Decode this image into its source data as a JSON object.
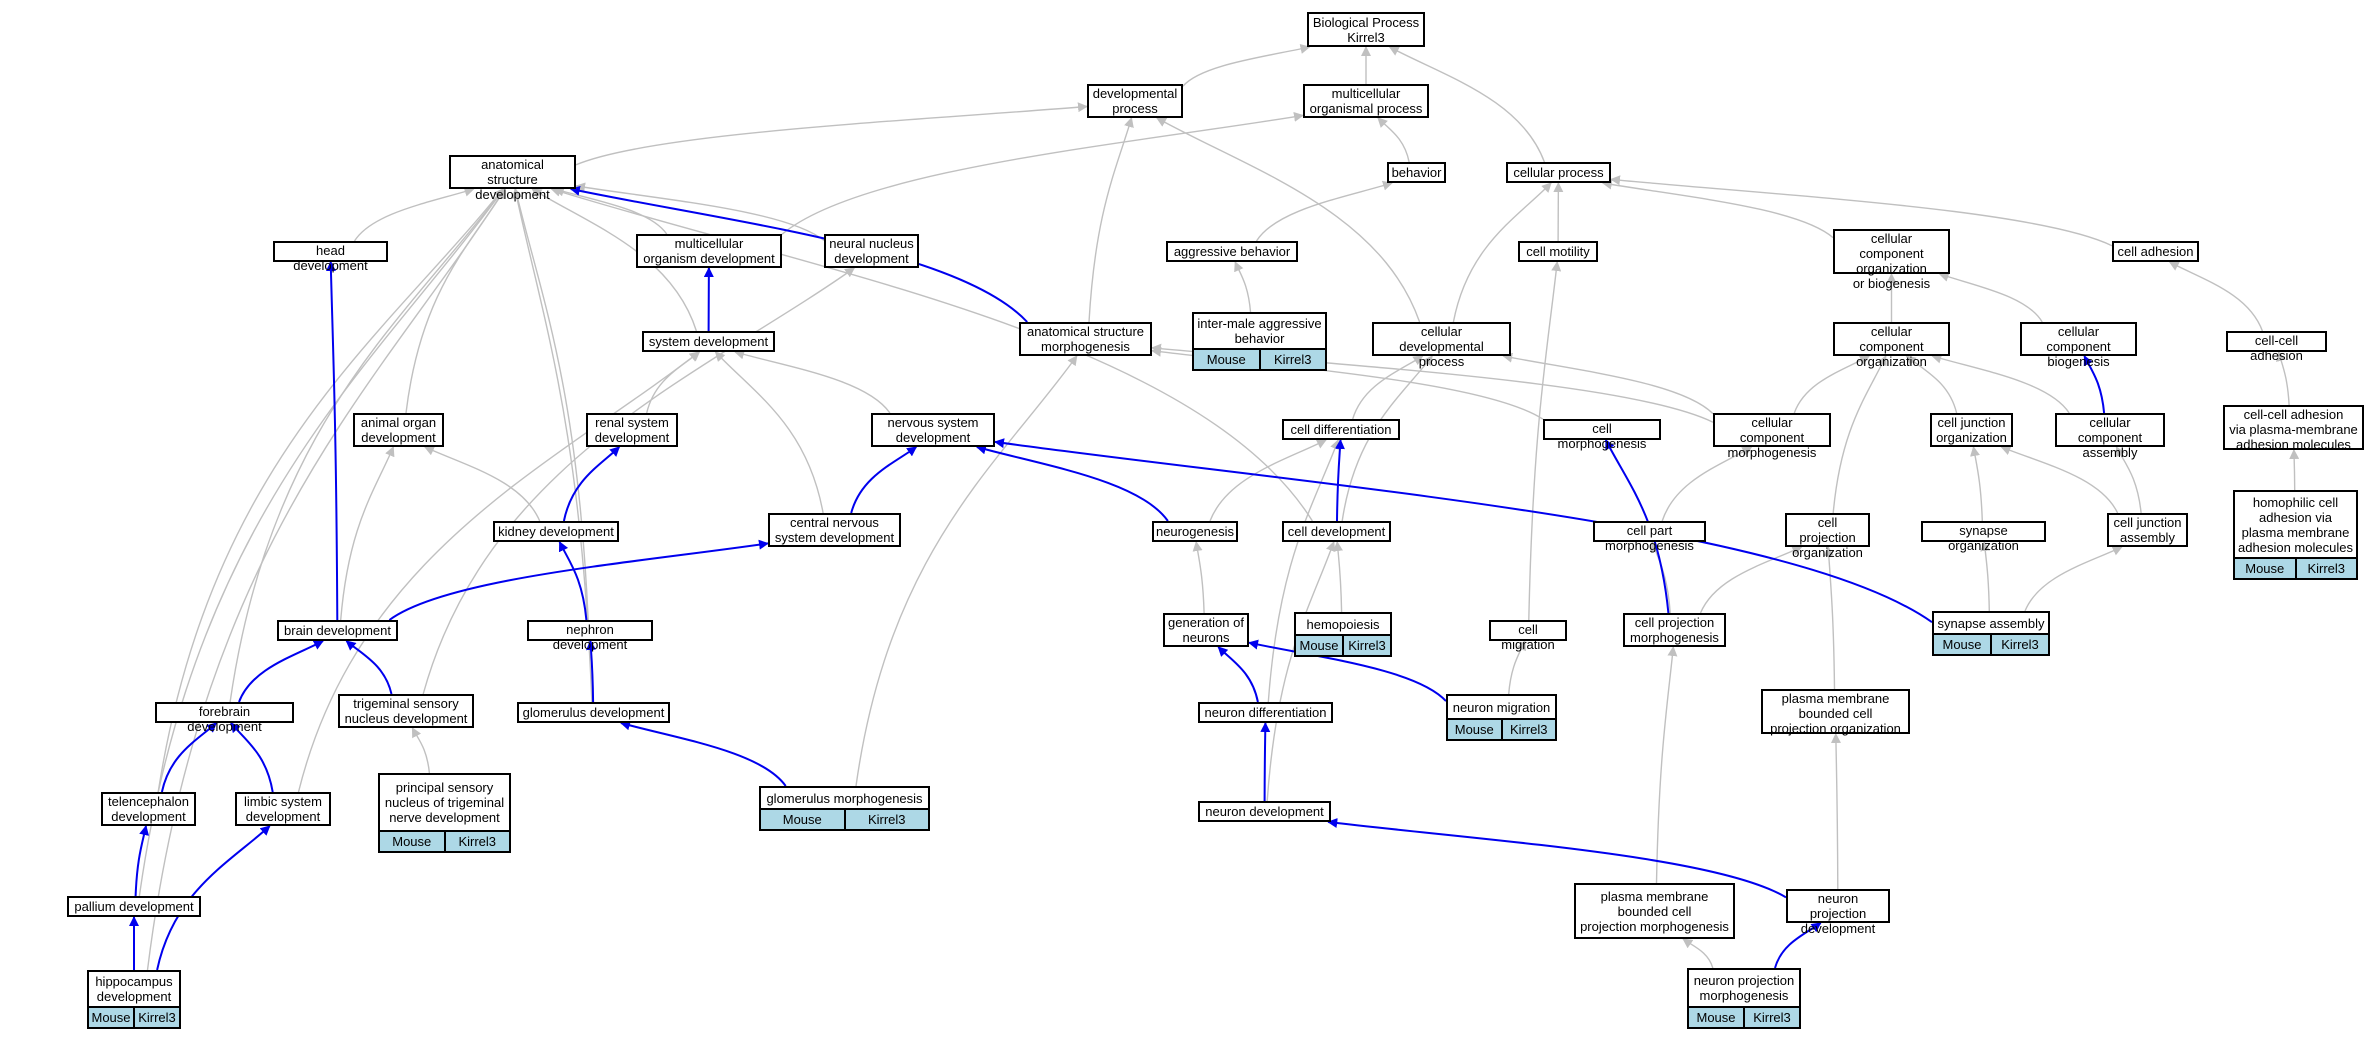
{
  "diagram": {
    "colors": {
      "is_a": "#c0c0c0",
      "part_of": "#0000ee",
      "annotated": "#add8e6"
    },
    "nodes": [
      {
        "id": "bp",
        "label": "Biological Process\nKirrel3"
      },
      {
        "id": "devproc",
        "label": "developmental\nprocess"
      },
      {
        "id": "mcop",
        "label": "multicellular\norganismal process"
      },
      {
        "id": "asd",
        "label": "anatomical structure\ndevelopment"
      },
      {
        "id": "behavior",
        "label": "behavior"
      },
      {
        "id": "cellproc",
        "label": "cellular process"
      },
      {
        "id": "headdev",
        "label": "head development"
      },
      {
        "id": "mcod",
        "label": "multicellular\norganism development"
      },
      {
        "id": "nnd",
        "label": "neural nucleus\ndevelopment"
      },
      {
        "id": "aggr",
        "label": "aggressive behavior"
      },
      {
        "id": "cellmot",
        "label": "cell motility"
      },
      {
        "id": "ccob",
        "label": "cellular component\norganization\nor biogenesis"
      },
      {
        "id": "celladh",
        "label": "cell adhesion"
      },
      {
        "id": "intermale",
        "label": "inter-male aggressive\nbehavior",
        "organism": "Mouse",
        "gene": "Kirrel3"
      },
      {
        "id": "sysdev",
        "label": "system development"
      },
      {
        "id": "asm",
        "label": "anatomical structure\nmorphogenesis"
      },
      {
        "id": "cdp",
        "label": "cellular developmental\nprocess"
      },
      {
        "id": "cco",
        "label": "cellular component\norganization"
      },
      {
        "id": "ccb",
        "label": "cellular component\nbiogenesis"
      },
      {
        "id": "ccadh",
        "label": "cell-cell adhesion"
      },
      {
        "id": "aod",
        "label": "animal organ\ndevelopment"
      },
      {
        "id": "renal",
        "label": "renal system\ndevelopment"
      },
      {
        "id": "nsd",
        "label": "nervous system\ndevelopment"
      },
      {
        "id": "celldiff",
        "label": "cell differentiation"
      },
      {
        "id": "cellmorph",
        "label": "cell morphogenesis"
      },
      {
        "id": "ccm",
        "label": "cellular component\nmorphogenesis"
      },
      {
        "id": "cjo",
        "label": "cell junction\norganization"
      },
      {
        "id": "cca",
        "label": "cellular component\nassembly"
      },
      {
        "id": "ccapm",
        "label": "cell-cell adhesion\nvia plasma-membrane\nadhesion molecules"
      },
      {
        "id": "homophilic",
        "label": "homophilic cell\nadhesion via\nplasma membrane\nadhesion molecules",
        "organism": "Mouse",
        "gene": "Kirrel3"
      },
      {
        "id": "kidney",
        "label": "kidney development"
      },
      {
        "id": "cnsd",
        "label": "central nervous\nsystem development"
      },
      {
        "id": "neurogenesis",
        "label": "neurogenesis"
      },
      {
        "id": "celldev",
        "label": "cell development"
      },
      {
        "id": "cpm",
        "label": "cell part morphogenesis"
      },
      {
        "id": "cpo",
        "label": "cell projection\norganization"
      },
      {
        "id": "synorg",
        "label": "synapse organization"
      },
      {
        "id": "cja",
        "label": "cell junction\nassembly"
      },
      {
        "id": "brain",
        "label": "brain development"
      },
      {
        "id": "nephron",
        "label": "nephron development"
      },
      {
        "id": "genneur",
        "label": "generation of\nneurons"
      },
      {
        "id": "hemo",
        "label": "hemopoiesis",
        "organism": "Mouse",
        "gene": "Kirrel3"
      },
      {
        "id": "cellmig",
        "label": "cell migration"
      },
      {
        "id": "cprojm",
        "label": "cell projection\nmorphogenesis"
      },
      {
        "id": "synasm",
        "label": "synapse assembly",
        "organism": "Mouse",
        "gene": "Kirrel3"
      },
      {
        "id": "forebrain",
        "label": "forebrain development"
      },
      {
        "id": "trigem",
        "label": "trigeminal sensory\nnucleus development"
      },
      {
        "id": "glomdev",
        "label": "glomerulus development"
      },
      {
        "id": "neurdiff",
        "label": "neuron differentiation"
      },
      {
        "id": "neurmig",
        "label": "neuron migration",
        "organism": "Mouse",
        "gene": "Kirrel3"
      },
      {
        "id": "pmbcpo",
        "label": "plasma membrane\nbounded cell\nprojection organization"
      },
      {
        "id": "telen",
        "label": "telencephalon\ndevelopment"
      },
      {
        "id": "limbic",
        "label": "limbic system\ndevelopment"
      },
      {
        "id": "principal",
        "label": "principal sensory\nnucleus of trigeminal\nnerve development",
        "organism": "Mouse",
        "gene": "Kirrel3"
      },
      {
        "id": "glommorph",
        "label": "glomerulus morphogenesis",
        "organism": "Mouse",
        "gene": "Kirrel3"
      },
      {
        "id": "neurdev",
        "label": "neuron development"
      },
      {
        "id": "pallium",
        "label": "pallium development"
      },
      {
        "id": "pmbcpm",
        "label": "plasma membrane\nbounded cell\nprojection morphogenesis"
      },
      {
        "id": "npd",
        "label": "neuron projection\ndevelopment"
      },
      {
        "id": "hippo",
        "label": "hippocampus\ndevelopment",
        "organism": "Mouse",
        "gene": "Kirrel3"
      },
      {
        "id": "npm",
        "label": "neuron projection\nmorphogenesis",
        "organism": "Mouse",
        "gene": "Kirrel3"
      }
    ],
    "edges": [
      {
        "from": "devproc",
        "to": "bp",
        "type": "is_a"
      },
      {
        "from": "mcop",
        "to": "bp",
        "type": "is_a"
      },
      {
        "from": "cellproc",
        "to": "bp",
        "type": "is_a"
      },
      {
        "from": "asd",
        "to": "devproc",
        "type": "is_a"
      },
      {
        "from": "behavior",
        "to": "mcop",
        "type": "is_a"
      },
      {
        "from": "mcod",
        "to": "mcop",
        "type": "is_a"
      },
      {
        "from": "headdev",
        "to": "asd",
        "type": "is_a"
      },
      {
        "from": "mcod",
        "to": "asd",
        "type": "is_a"
      },
      {
        "from": "nnd",
        "to": "asd",
        "type": "is_a"
      },
      {
        "from": "asm",
        "to": "asd",
        "type": "part_of"
      },
      {
        "from": "sysdev",
        "to": "asd",
        "type": "is_a"
      },
      {
        "from": "aod",
        "to": "asd",
        "type": "is_a"
      },
      {
        "from": "celldev",
        "to": "asd",
        "type": "is_a"
      },
      {
        "from": "forebrain",
        "to": "asd",
        "type": "is_a"
      },
      {
        "from": "telen",
        "to": "asd",
        "type": "is_a"
      },
      {
        "from": "pallium",
        "to": "asd",
        "type": "is_a"
      },
      {
        "from": "hippo",
        "to": "asd",
        "type": "is_a"
      },
      {
        "from": "glomdev",
        "to": "asd",
        "type": "is_a"
      },
      {
        "from": "nephron",
        "to": "asd",
        "type": "is_a"
      },
      {
        "from": "aggr",
        "to": "behavior",
        "type": "is_a"
      },
      {
        "from": "intermale",
        "to": "aggr",
        "type": "is_a"
      },
      {
        "from": "cellmot",
        "to": "cellproc",
        "type": "is_a"
      },
      {
        "from": "ccob",
        "to": "cellproc",
        "type": "is_a"
      },
      {
        "from": "celladh",
        "to": "cellproc",
        "type": "is_a"
      },
      {
        "from": "cdp",
        "to": "cellproc",
        "type": "is_a"
      },
      {
        "from": "cdp",
        "to": "devproc",
        "type": "is_a"
      },
      {
        "from": "asm",
        "to": "devproc",
        "type": "is_a"
      },
      {
        "from": "sysdev",
        "to": "mcod",
        "type": "part_of"
      },
      {
        "from": "cco",
        "to": "ccob",
        "type": "is_a"
      },
      {
        "from": "ccb",
        "to": "ccob",
        "type": "is_a"
      },
      {
        "from": "cca",
        "to": "ccb",
        "type": "part_of"
      },
      {
        "from": "ccadh",
        "to": "celladh",
        "type": "is_a"
      },
      {
        "from": "ccapm",
        "to": "ccadh",
        "type": "is_a"
      },
      {
        "from": "homophilic",
        "to": "ccapm",
        "type": "is_a"
      },
      {
        "from": "renal",
        "to": "sysdev",
        "type": "is_a"
      },
      {
        "from": "nsd",
        "to": "sysdev",
        "type": "is_a"
      },
      {
        "from": "cnsd",
        "to": "sysdev",
        "type": "is_a"
      },
      {
        "from": "limbic",
        "to": "sysdev",
        "type": "is_a"
      },
      {
        "from": "kidney",
        "to": "renal",
        "type": "part_of"
      },
      {
        "from": "kidney",
        "to": "aod",
        "type": "is_a"
      },
      {
        "from": "brain",
        "to": "aod",
        "type": "is_a"
      },
      {
        "from": "brain",
        "to": "headdev",
        "type": "part_of"
      },
      {
        "from": "trigem",
        "to": "nnd",
        "type": "is_a"
      },
      {
        "from": "cnsd",
        "to": "nsd",
        "type": "part_of"
      },
      {
        "from": "neurogenesis",
        "to": "nsd",
        "type": "part_of"
      },
      {
        "from": "synasm",
        "to": "nsd",
        "type": "part_of"
      },
      {
        "from": "celldiff",
        "to": "cdp",
        "type": "is_a"
      },
      {
        "from": "celldev",
        "to": "cdp",
        "type": "is_a"
      },
      {
        "from": "cellmorph",
        "to": "asm",
        "type": "is_a"
      },
      {
        "from": "ccm",
        "to": "asm",
        "type": "is_a"
      },
      {
        "from": "ccm",
        "to": "cdp",
        "type": "is_a"
      },
      {
        "from": "ccm",
        "to": "cco",
        "type": "is_a"
      },
      {
        "from": "cjo",
        "to": "cco",
        "type": "is_a"
      },
      {
        "from": "cca",
        "to": "cco",
        "type": "is_a"
      },
      {
        "from": "cpo",
        "to": "cco",
        "type": "is_a"
      },
      {
        "from": "neurogenesis",
        "to": "celldiff",
        "type": "is_a"
      },
      {
        "from": "celldev",
        "to": "celldiff",
        "type": "part_of"
      },
      {
        "from": "neurdiff",
        "to": "celldiff",
        "type": "is_a"
      },
      {
        "from": "cprojm",
        "to": "cellmorph",
        "type": "part_of"
      },
      {
        "from": "cpm",
        "to": "ccm",
        "type": "is_a"
      },
      {
        "from": "synorg",
        "to": "cjo",
        "type": "is_a"
      },
      {
        "from": "cja",
        "to": "cjo",
        "type": "is_a"
      },
      {
        "from": "cja",
        "to": "cca",
        "type": "is_a"
      },
      {
        "from": "nephron",
        "to": "kidney",
        "type": "part_of"
      },
      {
        "from": "brain",
        "to": "cnsd",
        "type": "part_of"
      },
      {
        "from": "genneur",
        "to": "neurogenesis",
        "type": "is_a"
      },
      {
        "from": "hemo",
        "to": "celldev",
        "type": "is_a"
      },
      {
        "from": "neurdev",
        "to": "celldev",
        "type": "is_a"
      },
      {
        "from": "cprojm",
        "to": "cpm",
        "type": "is_a"
      },
      {
        "from": "cprojm",
        "to": "cpo",
        "type": "is_a"
      },
      {
        "from": "pmbcpo",
        "to": "cpo",
        "type": "is_a"
      },
      {
        "from": "synasm",
        "to": "synorg",
        "type": "is_a"
      },
      {
        "from": "synasm",
        "to": "cja",
        "type": "is_a"
      },
      {
        "from": "cellmig",
        "to": "cellmot",
        "type": "is_a"
      },
      {
        "from": "forebrain",
        "to": "brain",
        "type": "part_of"
      },
      {
        "from": "trigem",
        "to": "brain",
        "type": "part_of"
      },
      {
        "from": "glomdev",
        "to": "nephron",
        "type": "part_of"
      },
      {
        "from": "neurdiff",
        "to": "genneur",
        "type": "part_of"
      },
      {
        "from": "neurmig",
        "to": "genneur",
        "type": "part_of"
      },
      {
        "from": "neurmig",
        "to": "cellmig",
        "type": "is_a"
      },
      {
        "from": "telen",
        "to": "forebrain",
        "type": "part_of"
      },
      {
        "from": "limbic",
        "to": "forebrain",
        "type": "part_of"
      },
      {
        "from": "principal",
        "to": "trigem",
        "type": "is_a"
      },
      {
        "from": "glommorph",
        "to": "glomdev",
        "type": "part_of"
      },
      {
        "from": "glommorph",
        "to": "asm",
        "type": "is_a"
      },
      {
        "from": "neurdev",
        "to": "neurdiff",
        "type": "part_of"
      },
      {
        "from": "npd",
        "to": "neurdev",
        "type": "part_of"
      },
      {
        "from": "npd",
        "to": "pmbcpo",
        "type": "is_a"
      },
      {
        "from": "pmbcpm",
        "to": "cprojm",
        "type": "is_a"
      },
      {
        "from": "pallium",
        "to": "telen",
        "type": "part_of"
      },
      {
        "from": "hippo",
        "to": "pallium",
        "type": "part_of"
      },
      {
        "from": "hippo",
        "to": "limbic",
        "type": "part_of"
      },
      {
        "from": "npm",
        "to": "npd",
        "type": "part_of"
      },
      {
        "from": "npm",
        "to": "pmbcpm",
        "type": "is_a"
      }
    ]
  }
}
